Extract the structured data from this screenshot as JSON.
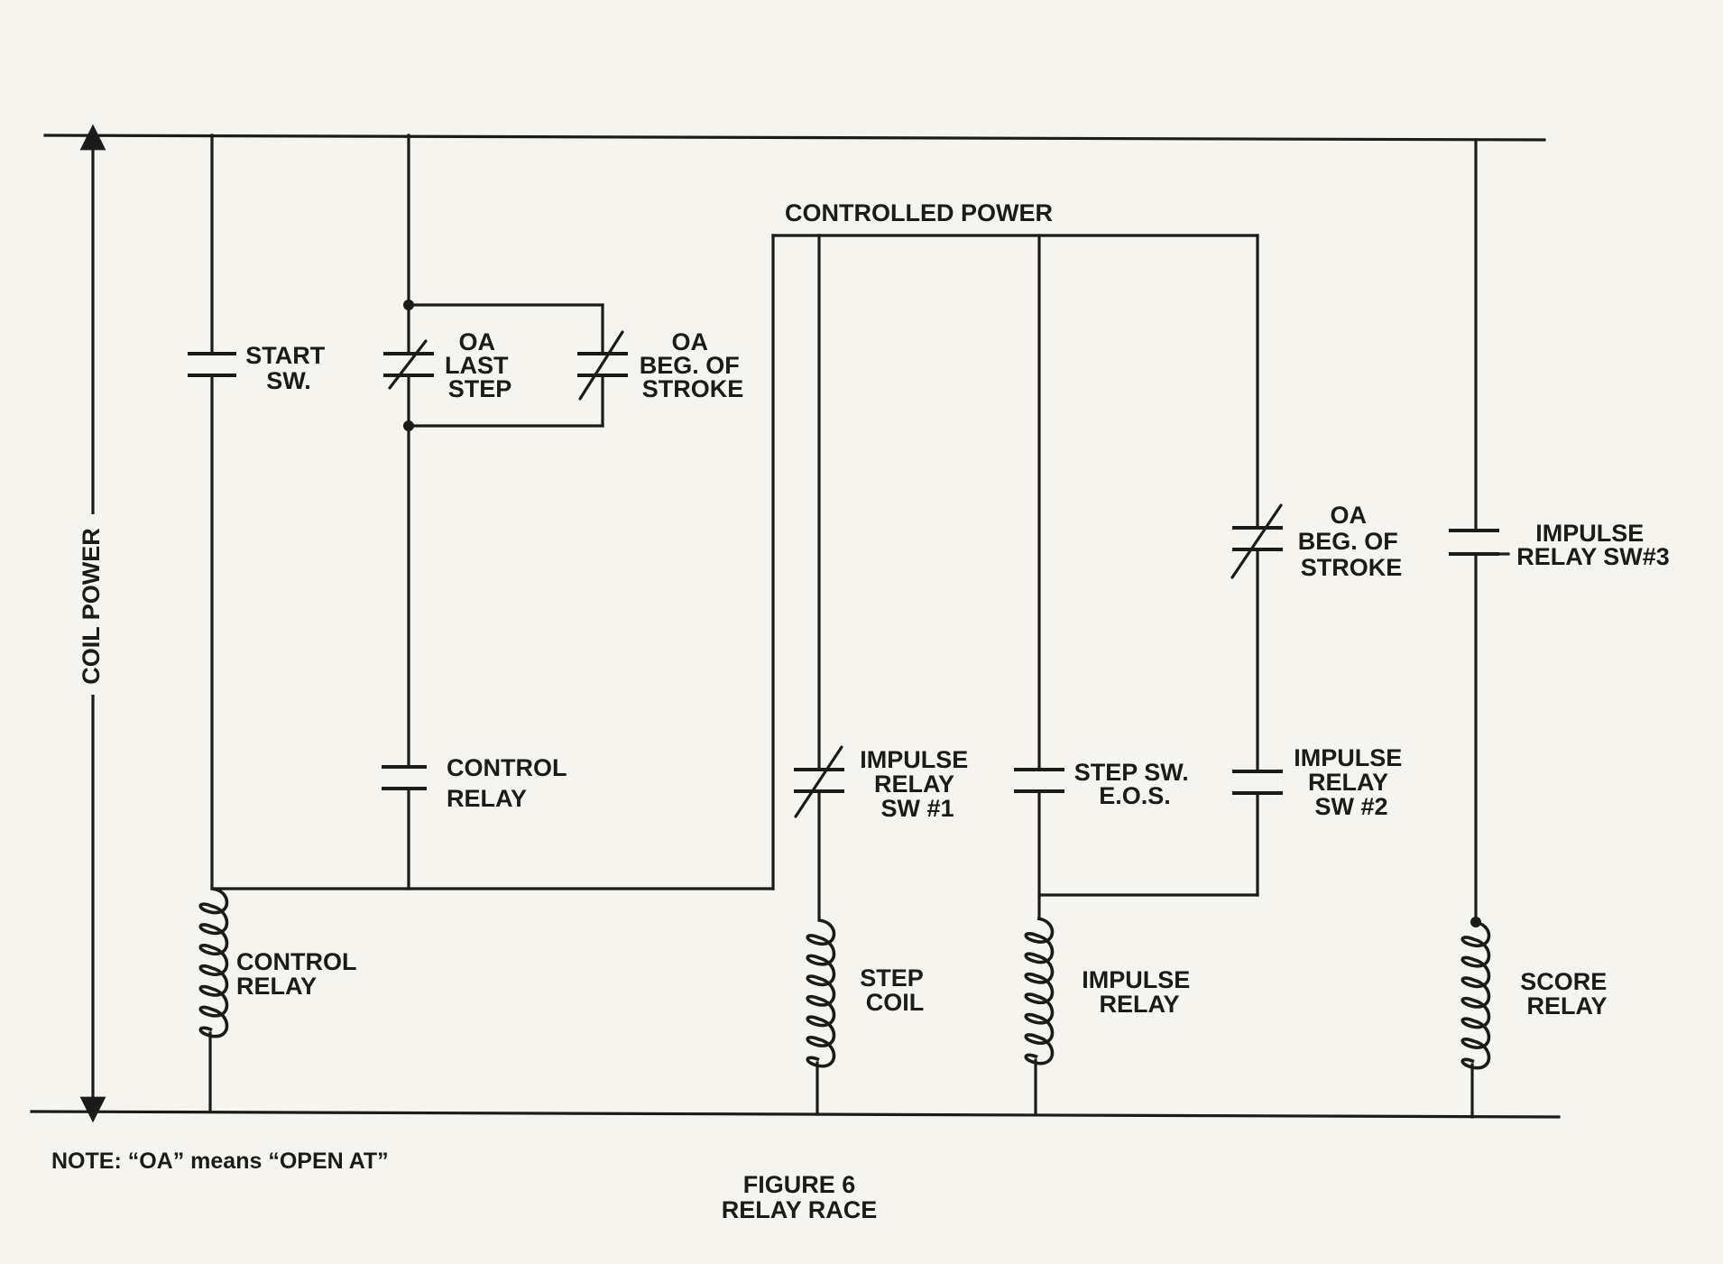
{
  "labels": {
    "coil_power": "COIL POWER",
    "controlled_power": "CONTROLLED POWER",
    "start_sw": [
      "START",
      "SW."
    ],
    "oa_last_step": [
      "OA",
      "LAST",
      "STEP"
    ],
    "oa_beg_stroke_top": [
      "OA",
      "BEG. OF",
      "STROKE"
    ],
    "control_relay_contact": [
      "CONTROL",
      "RELAY"
    ],
    "impulse_relay_sw1": [
      "IMPULSE",
      "RELAY",
      "SW #1"
    ],
    "step_sw_eos": [
      "STEP SW.",
      "E.O.S."
    ],
    "impulse_relay_sw2": [
      "IMPULSE",
      "RELAY",
      "SW #2"
    ],
    "oa_beg_stroke_right": [
      "OA",
      "BEG. OF",
      "STROKE"
    ],
    "impulse_relay_sw3": [
      "IMPULSE",
      "RELAY SW#3"
    ],
    "control_relay_coil": [
      "CONTROL",
      "RELAY"
    ],
    "step_coil": [
      "STEP",
      "COIL"
    ],
    "impulse_relay_coil": [
      "IMPULSE",
      "RELAY"
    ],
    "score_relay_coil": [
      "SCORE",
      "RELAY"
    ]
  },
  "note": "NOTE: “OA” means “OPEN AT”",
  "figure": {
    "number": "FIGURE 6",
    "title": "RELAY RACE"
  }
}
